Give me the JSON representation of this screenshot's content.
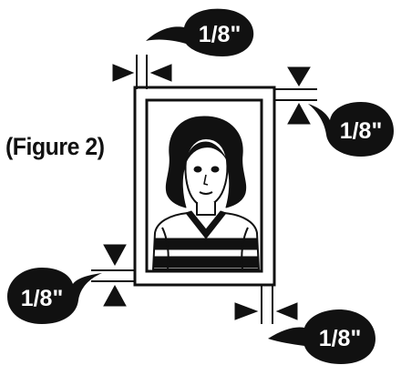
{
  "caption": "(Figure 2)",
  "callouts": {
    "top": "1/8\"",
    "right": "1/8\"",
    "left": "1/8\"",
    "bottom": "1/8\""
  },
  "colors": {
    "ink": "#111111",
    "paper": "#ffffff"
  }
}
